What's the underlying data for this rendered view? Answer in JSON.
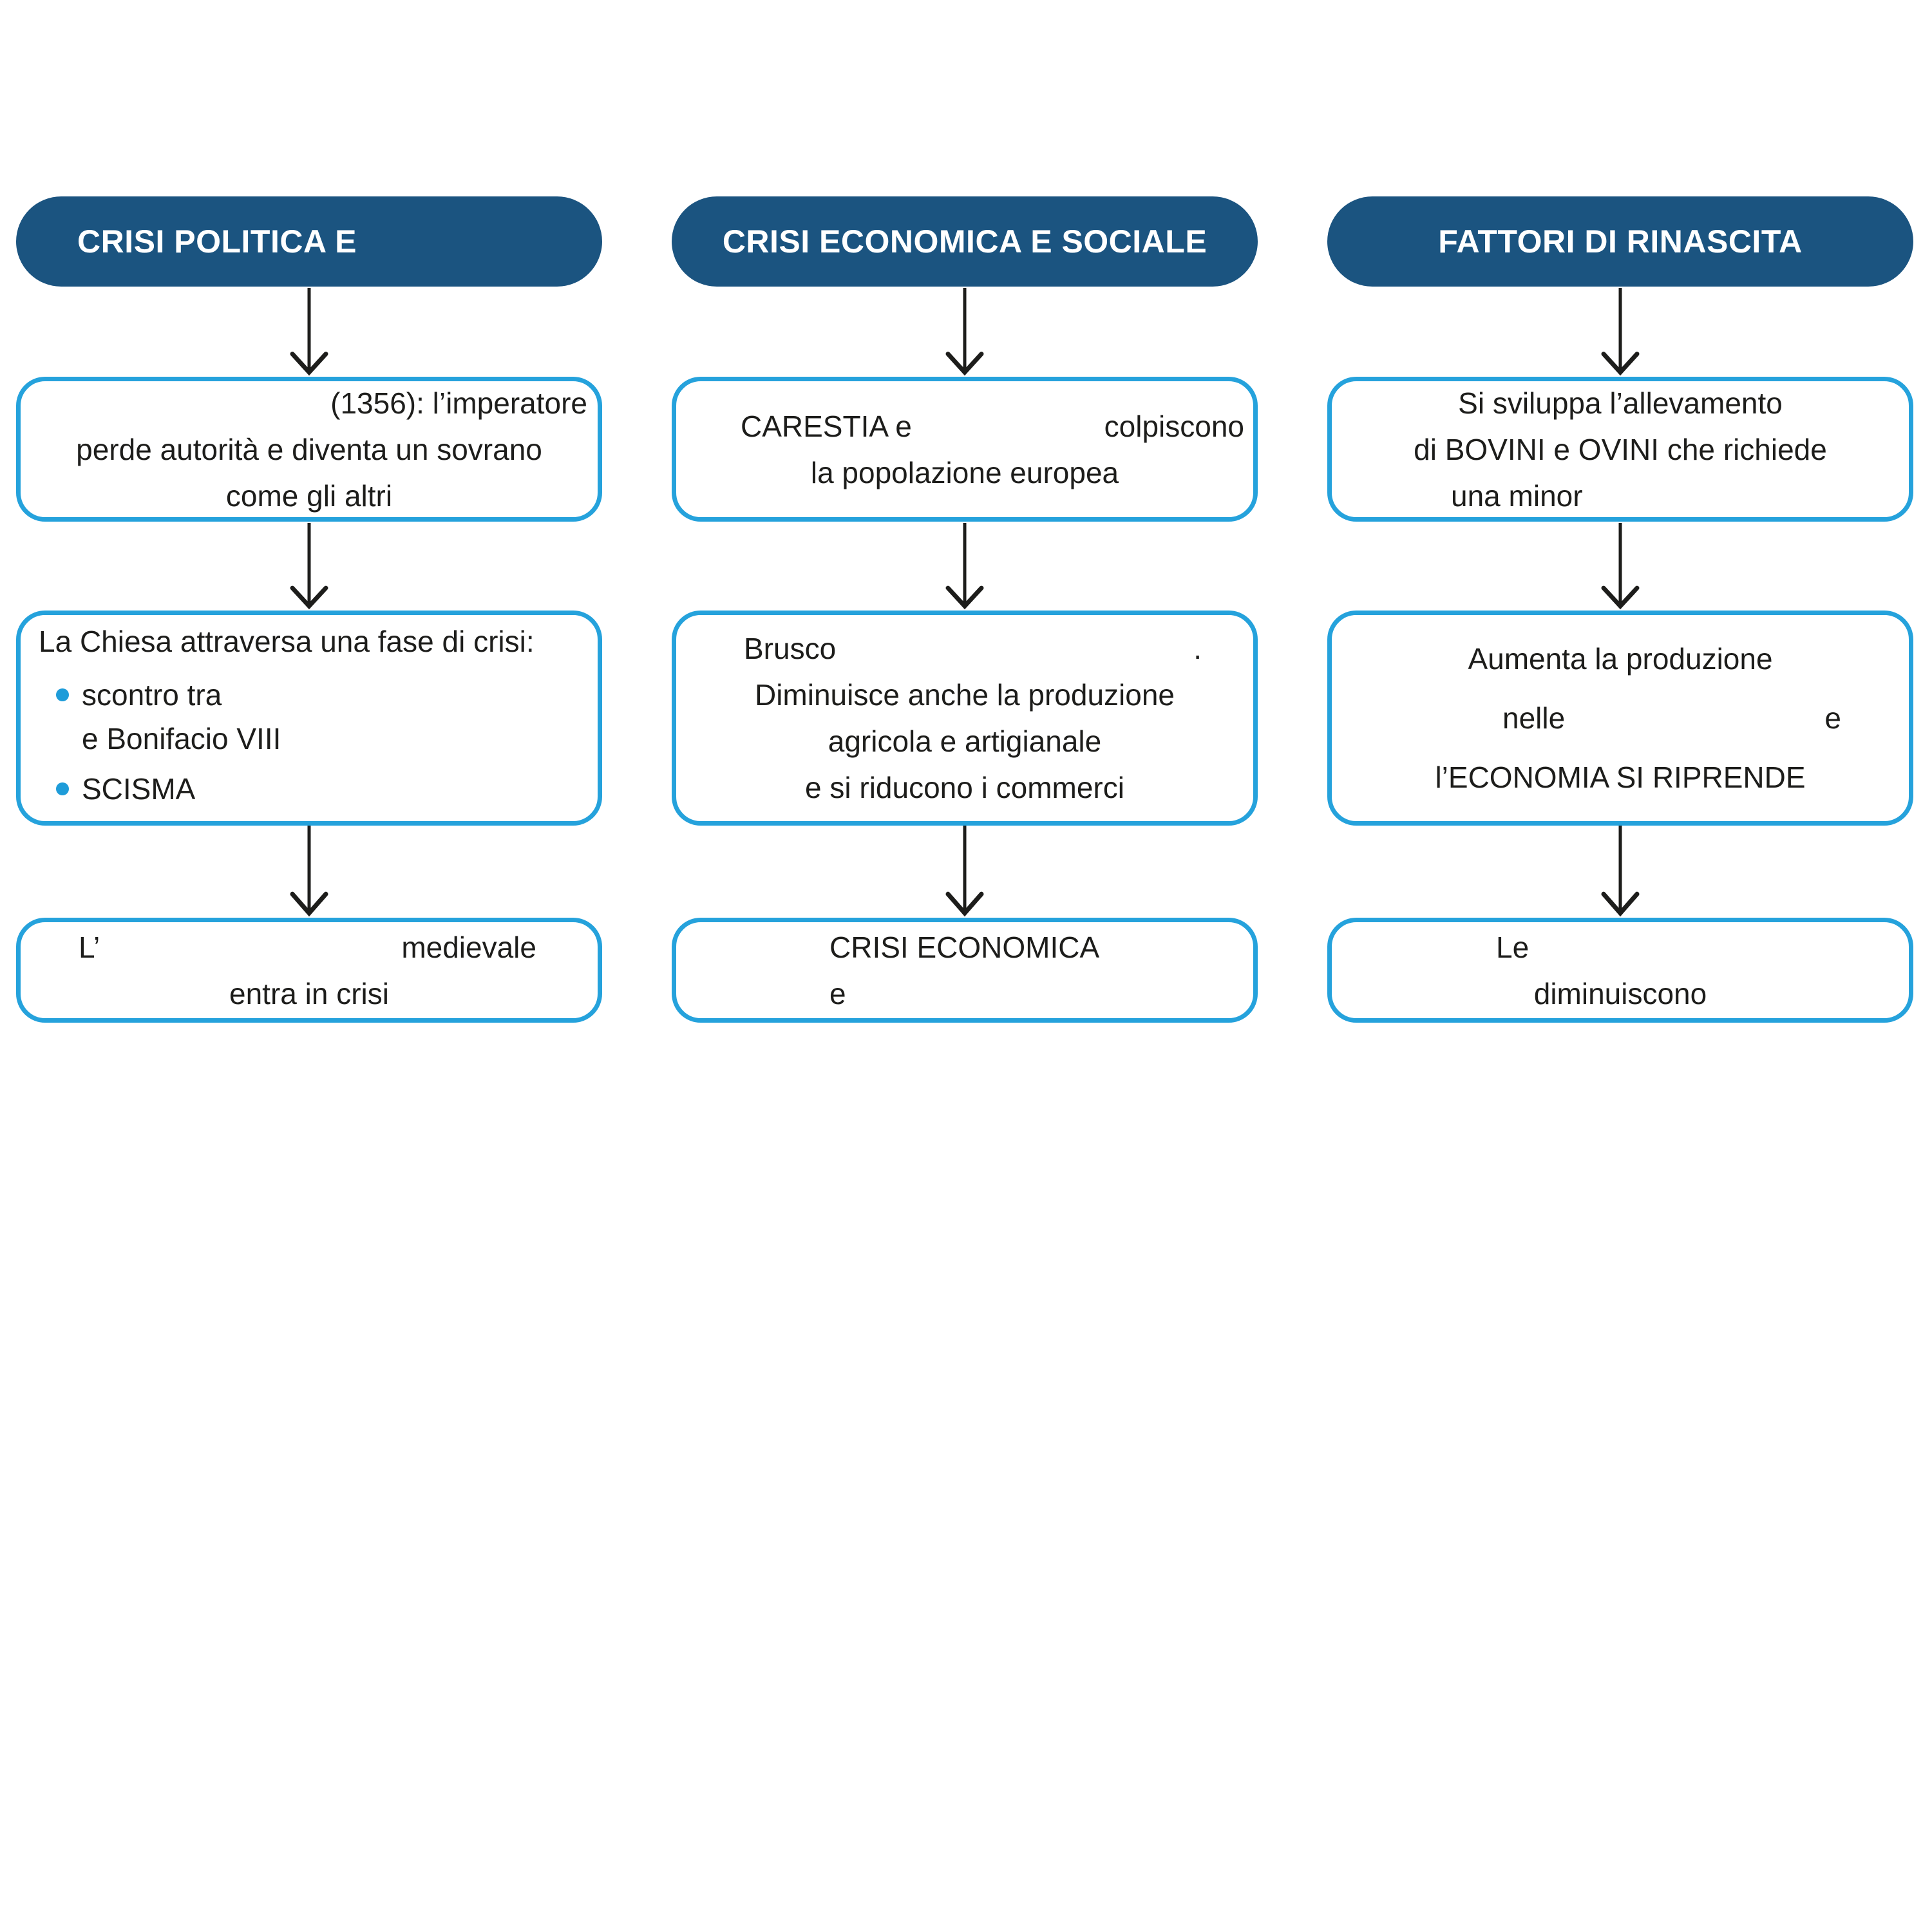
{
  "colors": {
    "header_bg": "#1B5480",
    "box_border": "#25A2DC",
    "bullet": "#1E9CD9",
    "text": "#1D1D1B",
    "arrow": "#1D1D1B",
    "header_text": "#FFFFFF"
  },
  "cols": [
    {
      "header": "CRISI POLITICA E",
      "box1": {
        "l1": "(1356): l’imperatore",
        "l2": "perde autorità e diventa un sovrano",
        "l3": "come gli altri"
      },
      "box2": {
        "title": "La Chiesa attraversa una fase di crisi:",
        "b1l1": "scontro tra",
        "b1l2": "e Bonifacio VIII",
        "b2l1": "SCISMA"
      },
      "box3": {
        "l1a": "L’",
        "l1b": "medievale",
        "l2": "entra in crisi"
      }
    },
    {
      "header": "CRISI ECONOMICA E SOCIALE",
      "box1": {
        "l1a": "CARESTIA e",
        "l1b": "colpiscono",
        "l2": "la popolazione europea"
      },
      "box2": {
        "l1a": "Brusco",
        "l1b": ".",
        "l2": "Diminuisce anche la produzione",
        "l3": "agricola e artigianale",
        "l4": "e si riducono i commerci"
      },
      "box3": {
        "l1": "CRISI ECONOMICA",
        "l2": "e"
      }
    },
    {
      "header": "FATTORI DI RINASCITA",
      "box1": {
        "l1": "Si sviluppa l’allevamento",
        "l2": "di BOVINI e OVINI che richiede",
        "l3": "una minor"
      },
      "box2": {
        "l1": "Aumenta la produzione",
        "l2a": "nelle",
        "l2b": "e",
        "l3": "l’ECONOMIA SI RIPRENDE"
      },
      "box3": {
        "l1": "Le",
        "l2": "diminuiscono"
      }
    }
  ]
}
